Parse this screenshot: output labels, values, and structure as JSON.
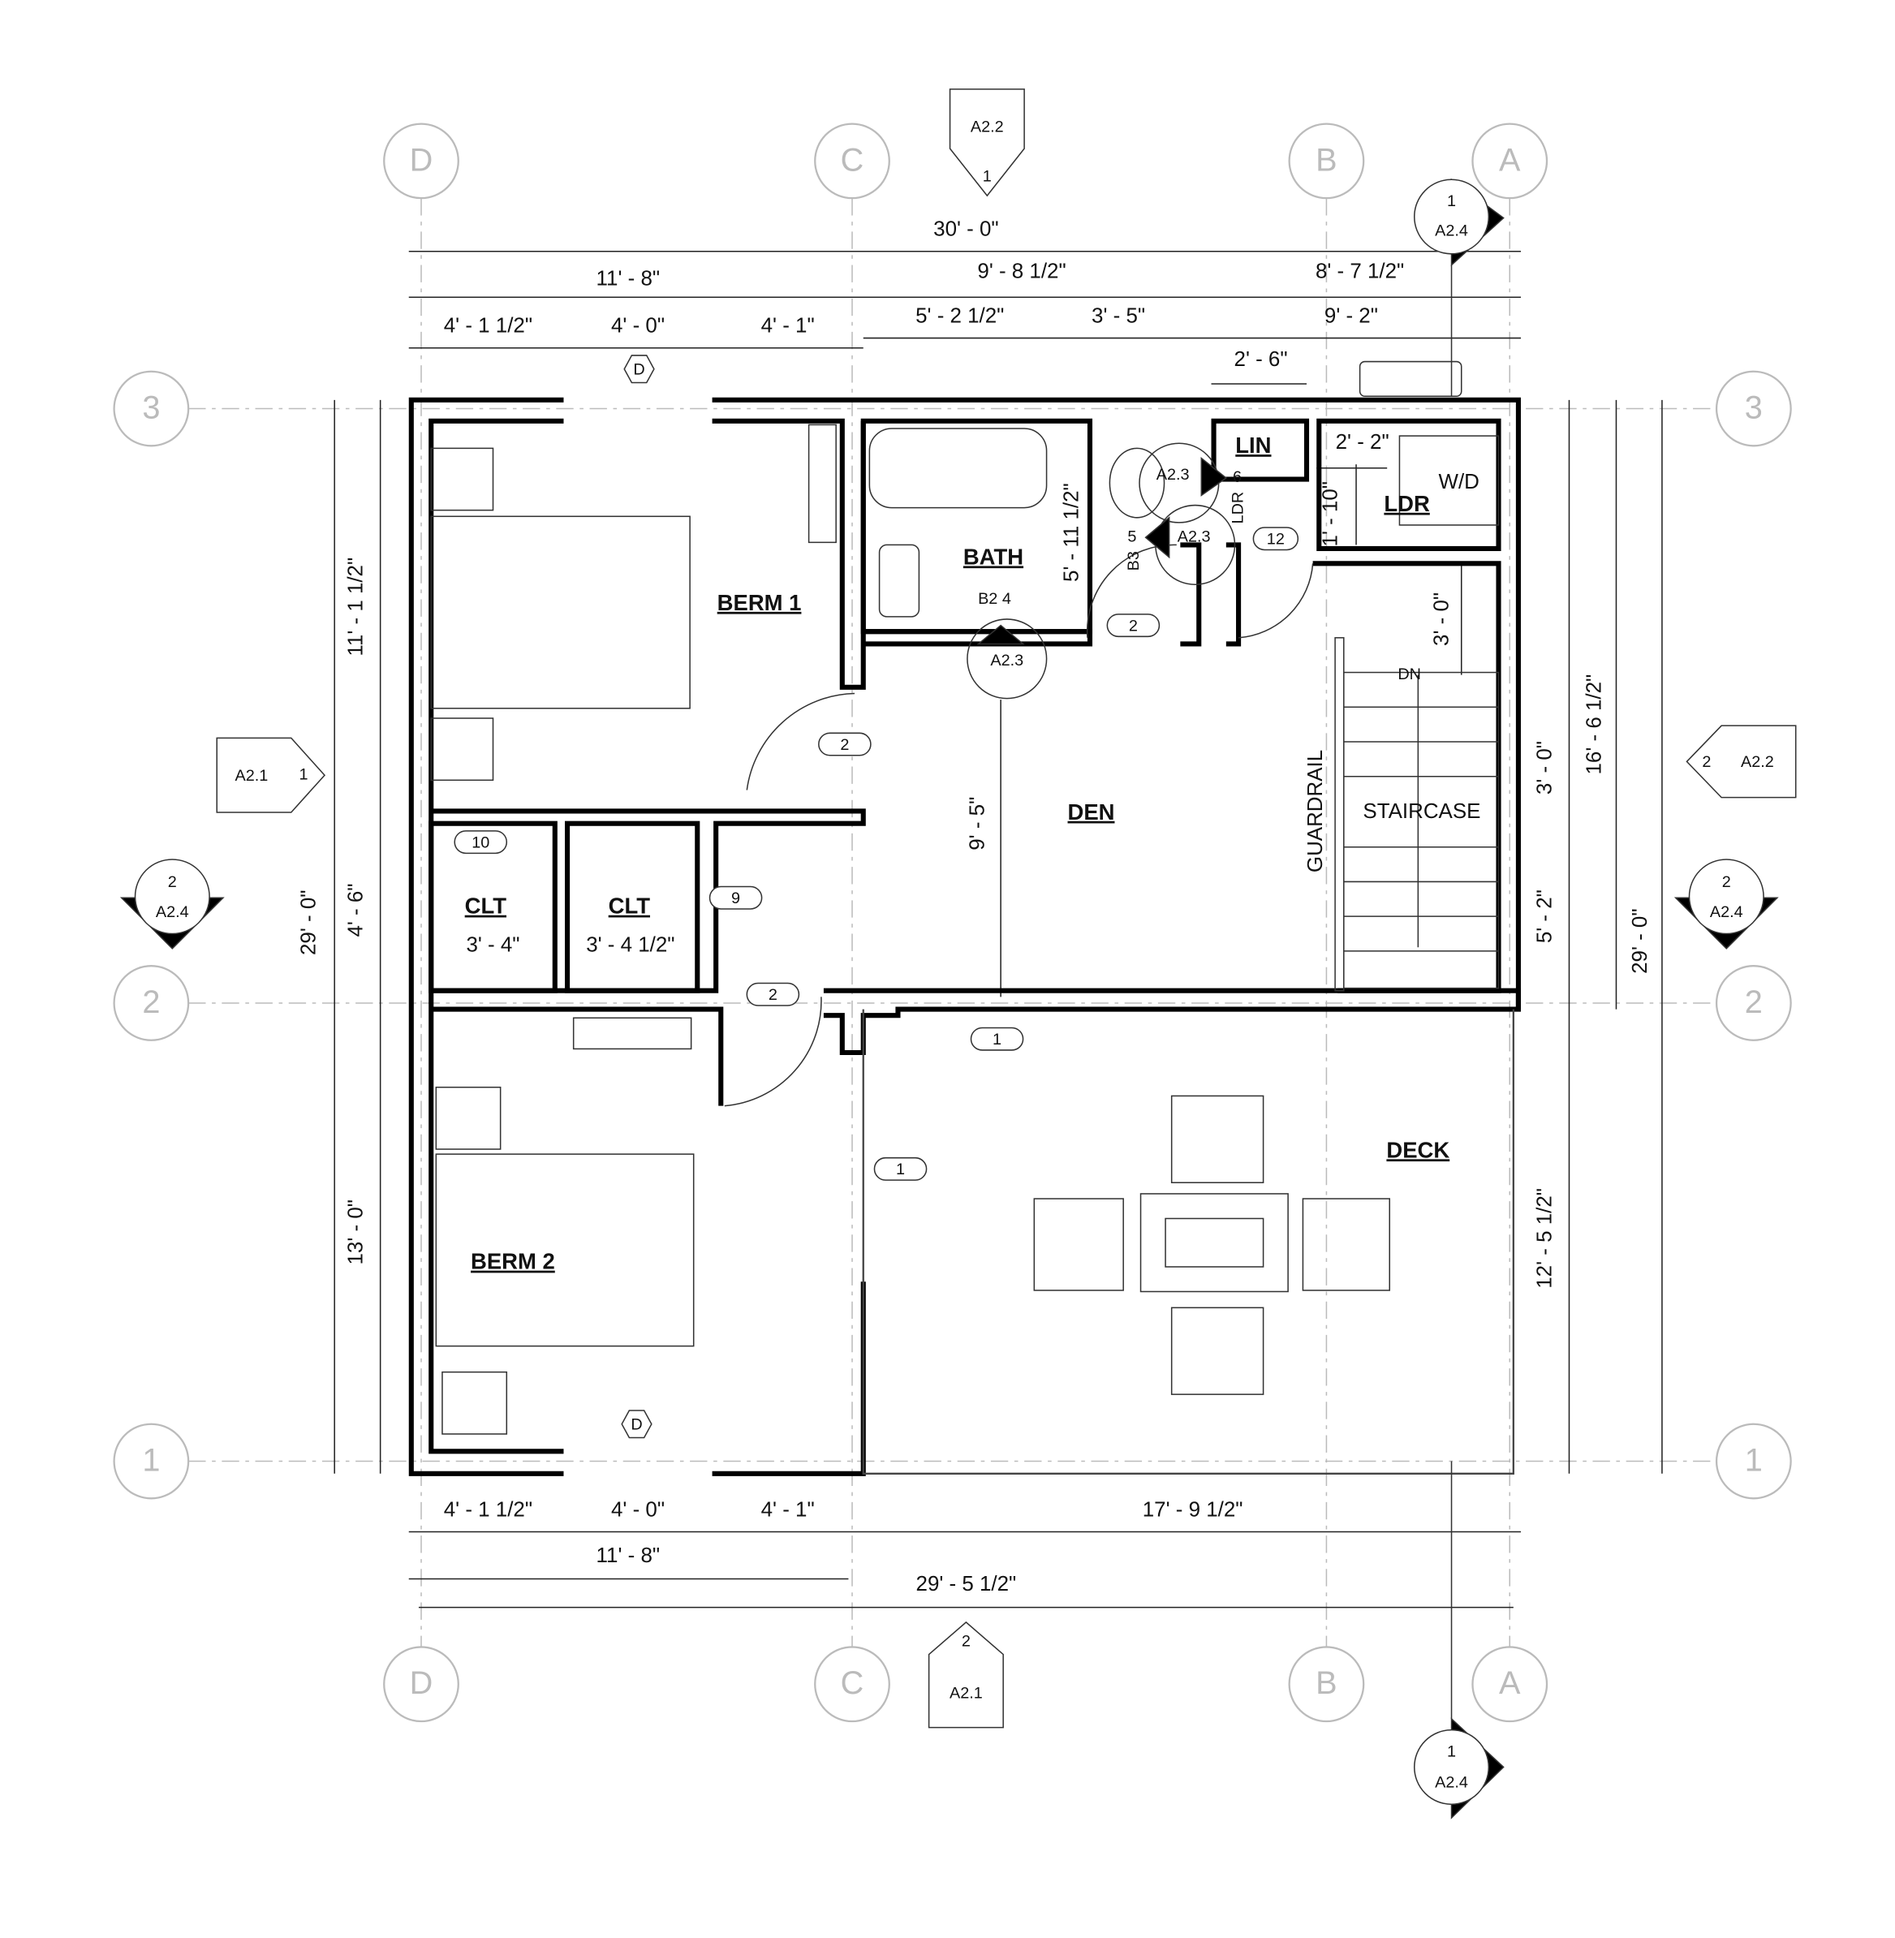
{
  "grid_lines": {
    "columns": [
      "D",
      "C",
      "B",
      "A"
    ],
    "rows": [
      "3",
      "2",
      "1"
    ]
  },
  "dimensions": {
    "top": {
      "overall": "30' - 0\"",
      "d_c": "11' - 8\"",
      "c_b_span": "9' - 8 1/2\"",
      "b_a_span": "8' - 7 1/2\"",
      "seg1": "4' - 1 1/2\"",
      "seg2": "4' - 0\"",
      "seg3": "4' - 1\"",
      "seg4": "5' - 2 1/2\"",
      "seg5": "3' - 5\"",
      "seg6": "9' - 2\"",
      "lin": "2' - 6\""
    },
    "bottom": {
      "seg1": "4' - 1 1/2\"",
      "seg2": "4' - 0\"",
      "seg3": "4' - 1\"",
      "deck": "17' - 9 1/2\"",
      "d_c": "11' - 8\"",
      "overall": "29' - 5 1/2\""
    },
    "left": {
      "berm1": "11' - 1 1/2\"",
      "clt": "4' - 6\"",
      "berm2": "13' - 0\"",
      "overall": "29' - 0\""
    },
    "right": {
      "house": "16' - 6 1/2\"",
      "stair_width": "3' - 0\"",
      "stair_landing": "5' - 2\"",
      "overall": "29' - 0\"",
      "deck": "12' - 5 1/2\"",
      "stair_top": "3' - 0\""
    },
    "interior": {
      "ldr_depth": "1' - 10\"",
      "bath": "5' - 11 1/2\"",
      "den": "9' - 5\"",
      "ldr_width": "2' - 2\""
    }
  },
  "rooms": {
    "berm1": "BERM 1",
    "bath": "BATH",
    "den": "DEN",
    "guardrail": "GUARDRAIL",
    "staircase": "STAIRCASE",
    "lin": "LIN",
    "ldr": "LDR",
    "wd": "W/D",
    "clt1": "CLT",
    "clt1_size": "3' - 4\"",
    "clt2": "CLT",
    "clt2_size": "3' - 4 1/2\"",
    "berm2": "BERM 2",
    "deck": "DECK",
    "stair_dn": "DN"
  },
  "door_tags": [
    "2",
    "2",
    "12",
    "10",
    "9",
    "2",
    "1",
    "1"
  ],
  "window_tags": [
    "D",
    "D"
  ],
  "section_marks": {
    "top_a22": {
      "sheet": "A2.2",
      "num": "1"
    },
    "left_a21": {
      "sheet": "A2.1",
      "num": "1"
    },
    "left_a24": {
      "num": "2",
      "sheet": "A2.4"
    },
    "right_a22": {
      "sheet": "A2.2",
      "num": "2"
    },
    "right_a24": {
      "num": "2",
      "sheet": "A2.4"
    },
    "topright_a24": {
      "num": "1",
      "sheet": "A2.4"
    },
    "bottomright_a24": {
      "num": "1",
      "sheet": "A2.4"
    },
    "bottom_a21": {
      "num": "2",
      "sheet": "A2.1"
    }
  },
  "elevation_marks": {
    "a23_1": "A2.3",
    "a23_2": "A2.3",
    "a23_3": "A2.3",
    "six": "6",
    "ldr": "LDR",
    "five": "5",
    "b3": "B3",
    "b2_4": "B2 4"
  }
}
